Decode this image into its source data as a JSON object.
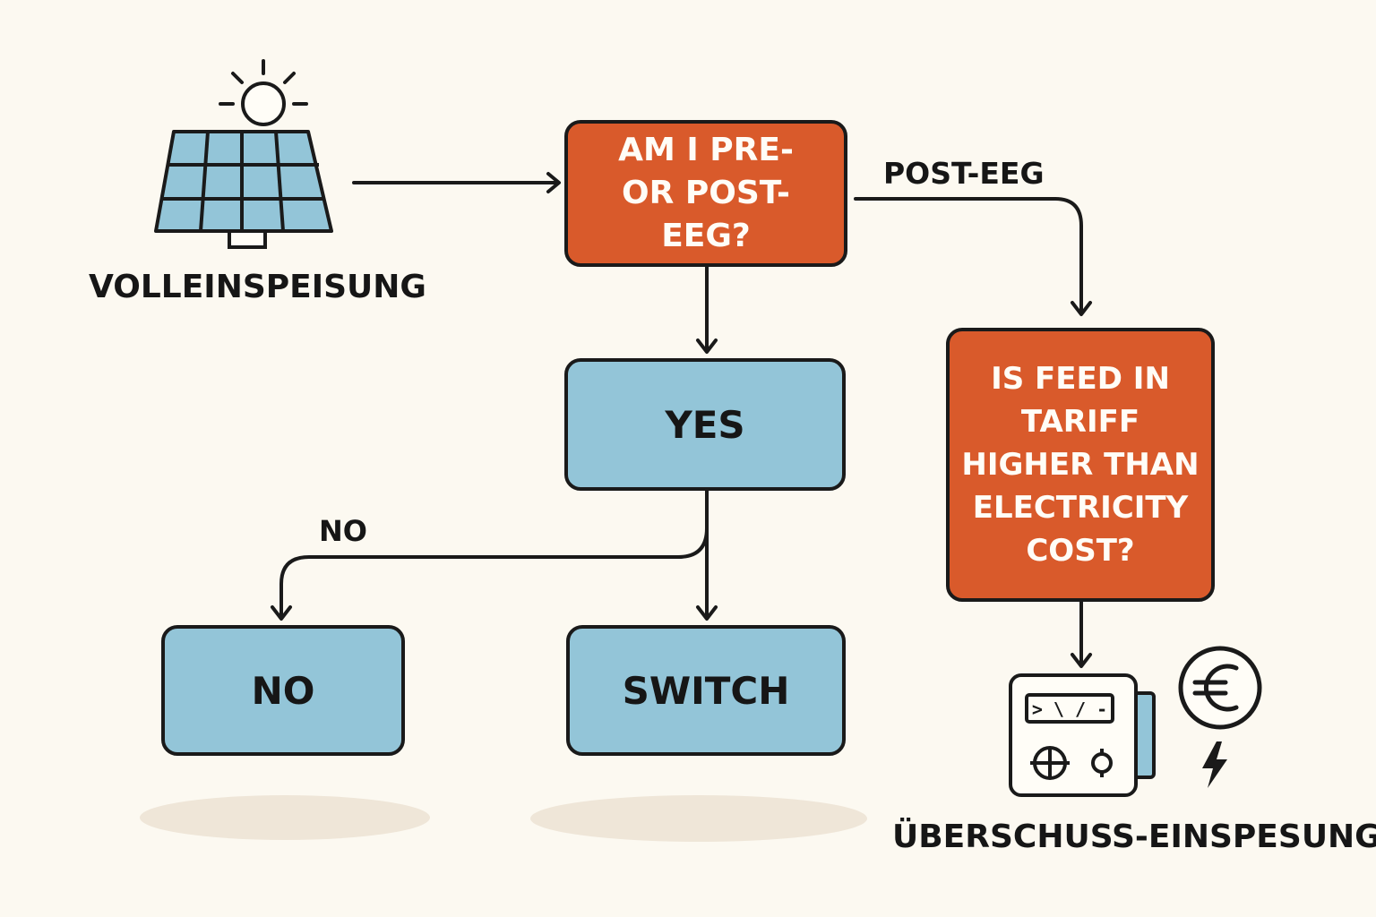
{
  "nodes": {
    "question_eeg": "AM I PRE- OR POST-EEG?",
    "yes": "YES",
    "no": "NO",
    "switch": "SWITCH",
    "question_tariff": "IS FEED IN TARIFF HIGHER THAN ELECTRICITY COST?"
  },
  "edges": {
    "post_eeg": "POST-EEG",
    "no": "NO"
  },
  "captions": {
    "full_feed_in": "VOLLEINSPEISUNG",
    "surplus_feed_in": "ÜBERSCHUSS-EINSPESUNG"
  },
  "meter": {
    "display": "> \\ / -"
  },
  "icons": {
    "solar": "solar-panel-icon",
    "sun": "sun-icon",
    "meter": "electricity-meter-icon",
    "euro": "euro-icon",
    "bolt": "lightning-bolt-icon"
  },
  "colors": {
    "decision": "#d95a2b",
    "outcome": "#93c5d8",
    "background": "#fcf9f1",
    "stroke": "#1a1a1a"
  }
}
